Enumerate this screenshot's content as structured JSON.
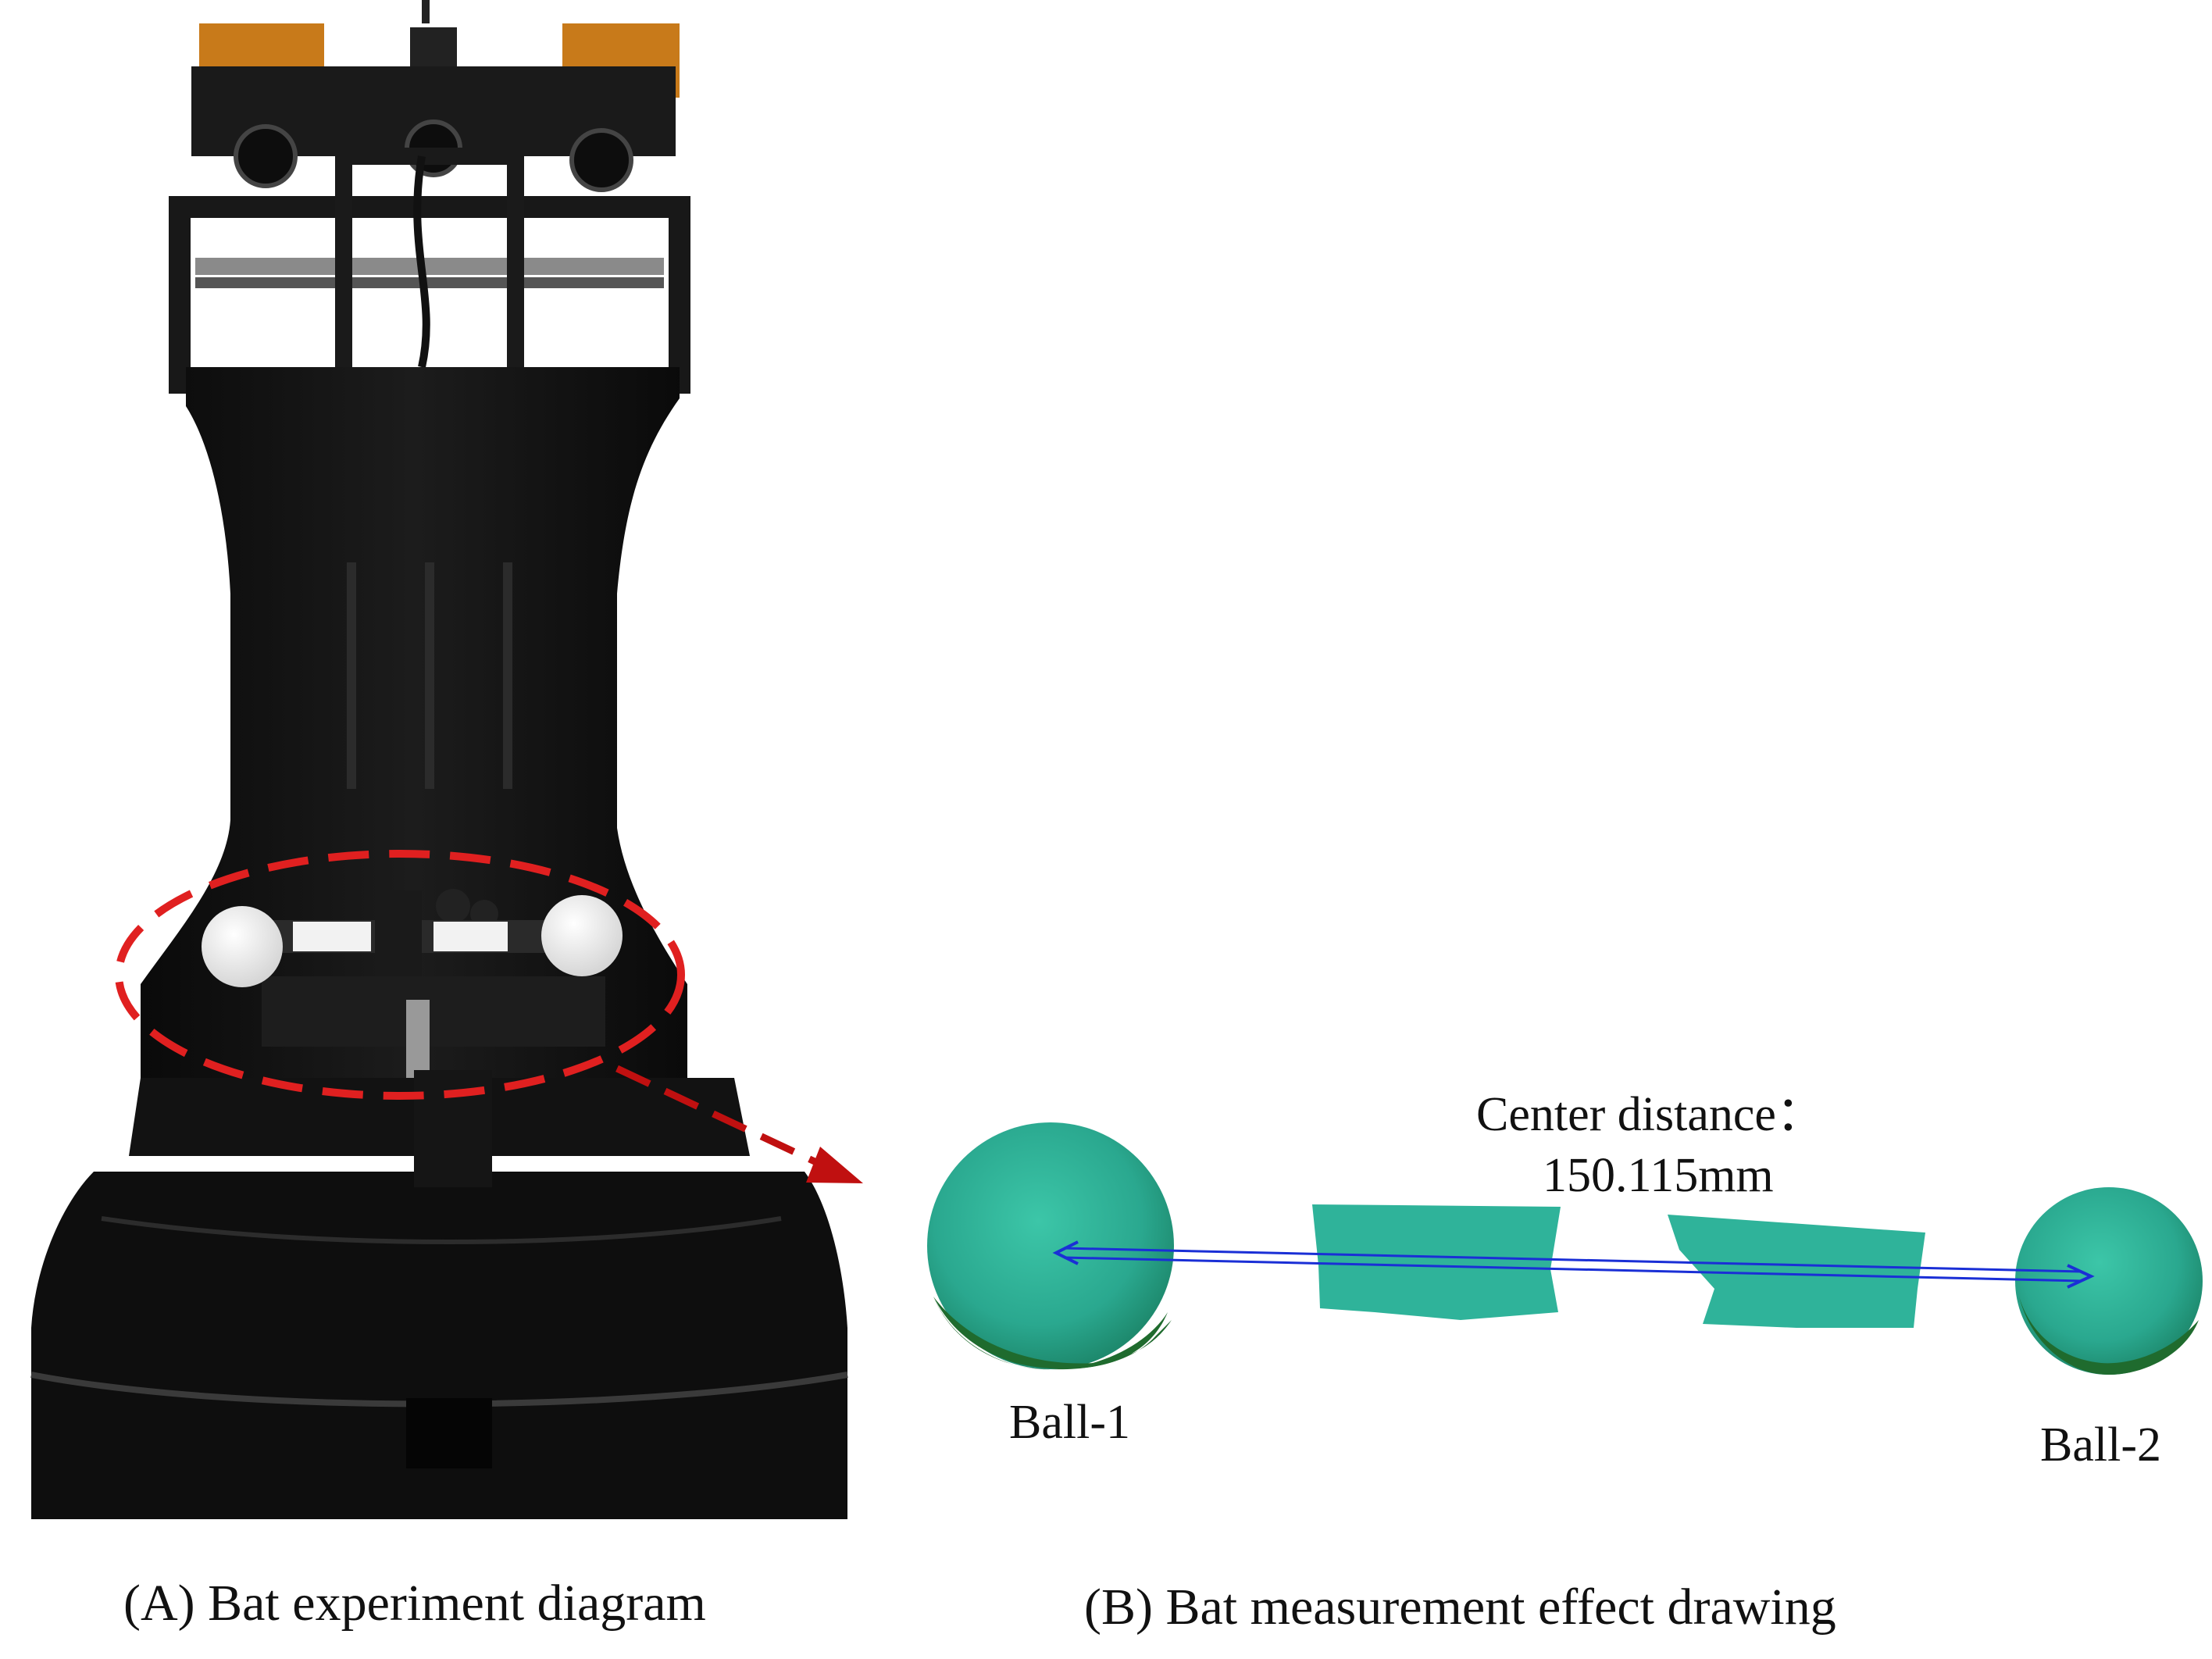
{
  "panel_a": {
    "caption": "(A) Bat experiment diagram"
  },
  "panel_b": {
    "caption": "(B) Bat measurement effect drawing",
    "center_distance_label": "Center distance：",
    "center_distance_value": "150.115mm",
    "ball_1_label": "Ball-1",
    "ball_2_label": "Ball-2"
  },
  "colors": {
    "highlight_ellipse": "#e02020",
    "pointer_arrow": "#c01010",
    "scan_teal": "#2fb39a",
    "scan_shadow": "#1f6b2e",
    "measure_line": "#1a2fd6",
    "device_body": "#111111"
  }
}
